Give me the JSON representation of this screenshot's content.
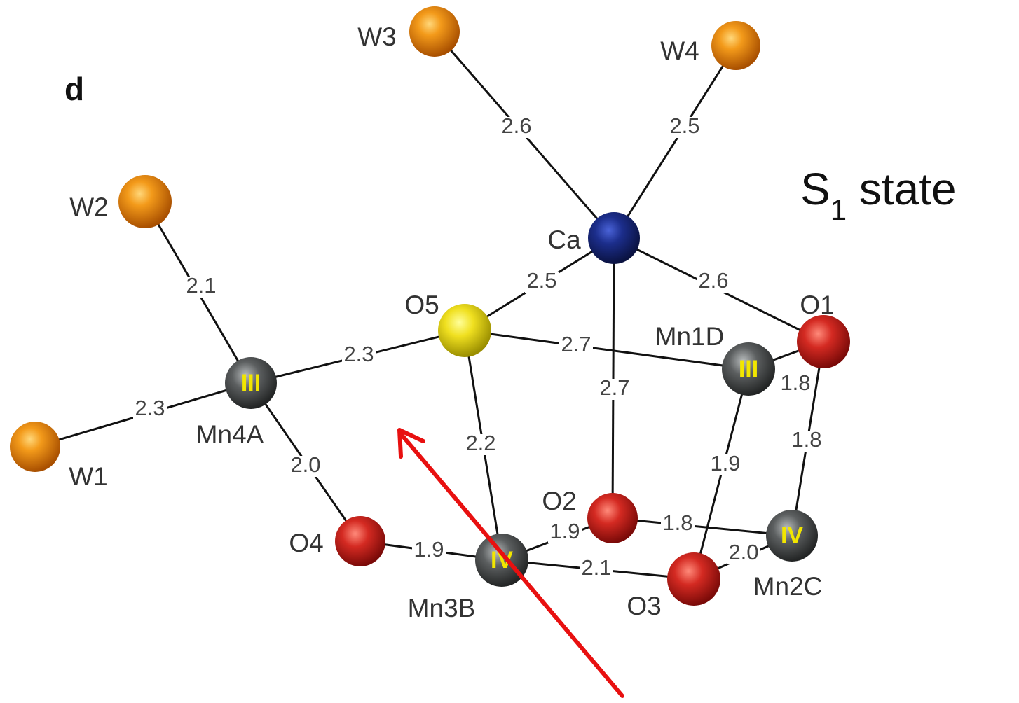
{
  "panel_letter": "d",
  "state": {
    "main": "S",
    "subscript": "1",
    "suffix": " state"
  },
  "atoms": [
    {
      "id": "W3",
      "label": "W3",
      "element": "water"
    },
    {
      "id": "W4",
      "label": "W4",
      "element": "water"
    },
    {
      "id": "W2",
      "label": "W2",
      "element": "water"
    },
    {
      "id": "W1",
      "label": "W1",
      "element": "water"
    },
    {
      "id": "Ca",
      "label": "Ca",
      "element": "Ca"
    },
    {
      "id": "O5",
      "label": "O5",
      "element": "O5"
    },
    {
      "id": "O1",
      "label": "O1",
      "element": "O"
    },
    {
      "id": "O2",
      "label": "O2",
      "element": "O"
    },
    {
      "id": "O3",
      "label": "O3",
      "element": "O"
    },
    {
      "id": "O4",
      "label": "O4",
      "element": "O"
    },
    {
      "id": "Mn4A",
      "label": "Mn4A",
      "element": "Mn",
      "oxidation": "III"
    },
    {
      "id": "Mn1D",
      "label": "Mn1D",
      "element": "Mn",
      "oxidation": "III"
    },
    {
      "id": "Mn3B",
      "label": "Mn3B",
      "element": "Mn",
      "oxidation": "IV"
    },
    {
      "id": "Mn2C",
      "label": "Mn2C",
      "element": "Mn",
      "oxidation": "IV"
    }
  ],
  "bonds": [
    {
      "from": "W3",
      "to": "Ca",
      "length": "2.6"
    },
    {
      "from": "W4",
      "to": "Ca",
      "length": "2.5"
    },
    {
      "from": "W2",
      "to": "Mn4A",
      "length": "2.1"
    },
    {
      "from": "W1",
      "to": "Mn4A",
      "length": "2.3"
    },
    {
      "from": "Ca",
      "to": "O5",
      "length": "2.5"
    },
    {
      "from": "Ca",
      "to": "O1",
      "length": "2.6"
    },
    {
      "from": "Ca",
      "to": "O2",
      "length": "2.7"
    },
    {
      "from": "Mn4A",
      "to": "O5",
      "length": "2.3"
    },
    {
      "from": "O5",
      "to": "Mn1D",
      "length": "2.7"
    },
    {
      "from": "O5",
      "to": "Mn3B",
      "length": "2.2"
    },
    {
      "from": "Mn4A",
      "to": "O4",
      "length": "2.0"
    },
    {
      "from": "O4",
      "to": "Mn3B",
      "length": "1.9"
    },
    {
      "from": "Mn3B",
      "to": "O2",
      "length": "1.9"
    },
    {
      "from": "Mn3B",
      "to": "O3",
      "length": "2.1"
    },
    {
      "from": "O2",
      "to": "Mn2C",
      "length": "1.8"
    },
    {
      "from": "O3",
      "to": "Mn2C",
      "length": "2.0"
    },
    {
      "from": "Mn1D",
      "to": "O1",
      "length": "1.8"
    },
    {
      "from": "O1",
      "to": "Mn2C",
      "length": "1.8"
    },
    {
      "from": "Mn1D",
      "to": "O3",
      "length": "1.9"
    }
  ],
  "colors": {
    "water": "#f08a10",
    "Ca": "#1c2e8c",
    "O5": "#f0e020",
    "O": "#d42a22",
    "Mn": "#5c5f60",
    "bond": "#111111",
    "arrow": "#e81010"
  },
  "annotation": {
    "type": "arrow",
    "color": "#e81010"
  }
}
